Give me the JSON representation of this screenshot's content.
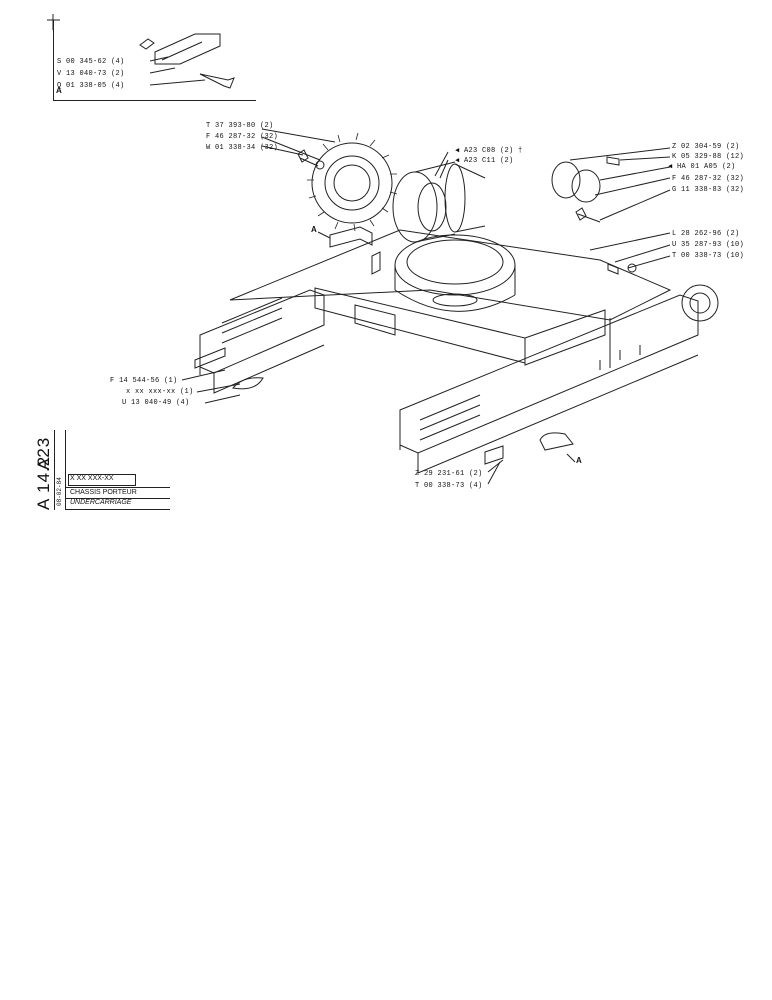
{
  "inset": {
    "letter": "A",
    "labels": [
      "S 00 345-62 (4)",
      "V 13 040-73 (2)",
      "Q 01 338-05 (4)"
    ]
  },
  "callouts": {
    "left_top": [
      "T 37 393-80 (2)",
      "F 46 287-32 (32)",
      "W 01 338-34 (32)"
    ],
    "center": [
      "◀ A23 C08 (2) †",
      "◀ A23 C11 (2)"
    ],
    "right": [
      "Z 02 304-59 (2)",
      "K 05 329-88 (12)",
      "◀ HA 01 A05 (2)",
      "F 46 287-32 (32)",
      "G 11 338-83 (32)",
      "L 28 262-96 (2)",
      "U 35 287-93 (10)",
      "T 00 338-73 (10)"
    ],
    "left_bottom": [
      "F 14 544-56 (1)",
      "x xx xxx-xx (1)",
      "U 13 040-49 (4)"
    ],
    "bottom": [
      "Z 29 231-61 (2)",
      "T 00 338-73 (4)"
    ],
    "letter_left": "A",
    "letter_right": "A"
  },
  "titleblock": {
    "code_top": "A23",
    "code_bottom": "A 14.2",
    "date": "08-02-84",
    "part_no": "X XX XXX-XX",
    "title_fr": "CHASSIS PORTEUR",
    "title_en": "UNDERCARRIAGE"
  }
}
